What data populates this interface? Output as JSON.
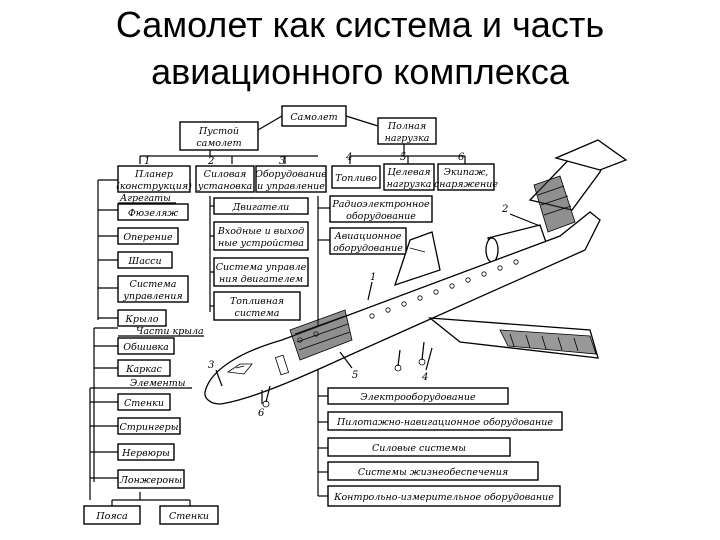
{
  "title": {
    "line1": "Самолет как система и часть",
    "line2": "авиационного комплекса"
  },
  "diagram": {
    "root": "Самолет",
    "empty_aircraft": [
      "Пустой",
      "самолет"
    ],
    "payload": [
      "Полная",
      "нагрузка"
    ],
    "numbers": [
      "1",
      "2",
      "3",
      "4",
      "5",
      "6"
    ],
    "level2": {
      "glider": [
        "Планер",
        "(конструкция)"
      ],
      "powerplant": [
        "Силовая",
        "установка"
      ],
      "equipment": [
        "Оборудование",
        "и управление"
      ],
      "fuel": "Топливо",
      "target_load": [
        "Целевая",
        "нагрузка"
      ],
      "crew": [
        "Экипаж,",
        "снаряжение"
      ]
    },
    "glider_items": {
      "aggregates": "Агрегаты",
      "fuselage": "Фюзеляж",
      "tail": "Оперение",
      "chassis": "Шасси",
      "control": [
        "Система",
        "управления"
      ],
      "wing": "Крыло",
      "wing_parts": "Части крыла",
      "skin": "Обшивка",
      "frame": "Каркас",
      "elements": "Элементы",
      "walls": "Стенки",
      "stringers": "Стрингеры",
      "ribs": "Нервюры",
      "spars": "Лонжероны",
      "belts": "Пояса",
      "walls2": "Стенки"
    },
    "power_items": {
      "engines": "Двигатели",
      "inlets": [
        "Входные и выход",
        "ные устройства"
      ],
      "engine_control": [
        "Система управле",
        "ния двигателем"
      ],
      "fuel_system": [
        "Топливная",
        "система"
      ]
    },
    "equip_items": {
      "radio": [
        "Радиоэлектронное",
        "оборудование"
      ],
      "avionics": [
        "Авиационное",
        "оборудование"
      ]
    },
    "bottom_list": [
      "Электрооборудование",
      "Пилотажно-навигационное оборудование",
      "Силовые системы",
      "Системы жизнеобеспечения",
      "Контрольно-измерительное оборудование"
    ],
    "plane_callouts": [
      "1",
      "2",
      "3",
      "4",
      "5",
      "6"
    ]
  }
}
